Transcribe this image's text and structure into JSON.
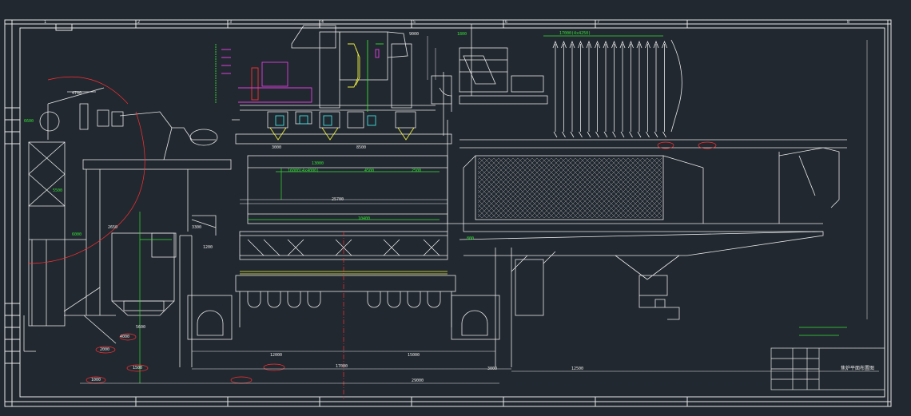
{
  "drawing": {
    "zones": [
      "1",
      "2",
      "3",
      "4",
      "5",
      "6",
      "7",
      "8"
    ],
    "colors": {
      "background": "#212830",
      "white": "#e8e8e8",
      "green": "#33e033",
      "yellow": "#f0f040",
      "magenta": "#e040e0",
      "red": "#ff3030",
      "cyan": "#40e0e0"
    }
  },
  "dims": {
    "d1": "17000(4x4250)",
    "d2": "9000",
    "d3": "1800",
    "d4": "4700",
    "d5": "6600",
    "d6": "3000",
    "d7": "8500",
    "d8": "13000",
    "d9": "16000(4x4000)",
    "d10": "4500",
    "d11": "2500",
    "d12": "5500",
    "d13": "12000",
    "d14": "15000",
    "d15": "17000",
    "d16": "29000",
    "d17": "12500",
    "d18": "3000",
    "d19": "4000",
    "d20": "2000",
    "d21": "1500",
    "d22": "1000",
    "d23": "25700",
    "d24": "10400",
    "d25": "6000",
    "d26": "2650",
    "d27": "3300",
    "d28": "1200",
    "d29": "800",
    "d30": "5600"
  },
  "title_block": {
    "title": "焦炉平面布置图"
  }
}
